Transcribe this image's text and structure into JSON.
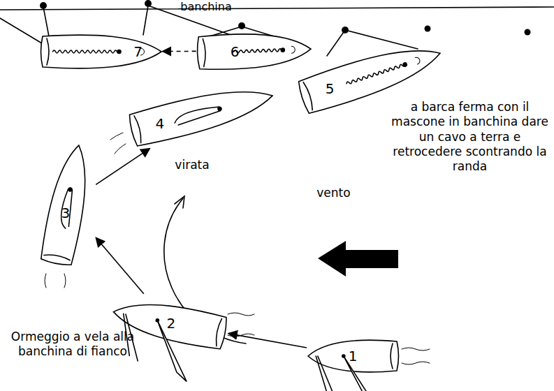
{
  "diagram": {
    "nodes": [
      {
        "text": [
          "1"
        ]
      },
      {
        "text": [
          "2"
        ]
      },
      {
        "text": [
          "3"
        ]
      },
      {
        "text": [
          "4"
        ]
      },
      {
        "text": [
          "5"
        ]
      },
      {
        "text": [
          "6"
        ]
      },
      {
        "text": [
          "7"
        ]
      }
    ],
    "edges": [
      {
        "from": 0,
        "to": 1,
        "arrow": "to"
      },
      {
        "from": 1,
        "to": 2,
        "arrow": "to"
      },
      {
        "from": 2,
        "to": 3,
        "arrow": "to"
      },
      {
        "from": 5,
        "to": 6,
        "arrow": "to"
      }
    ],
    "labels": [
      "banchina",
      "a barca ferma con il mascone in banchina dare un cavo a terra e retrocedere scontrando la randa",
      "virata",
      "vento",
      "Ormeggio a vela alla banchina di fianco"
    ]
  }
}
